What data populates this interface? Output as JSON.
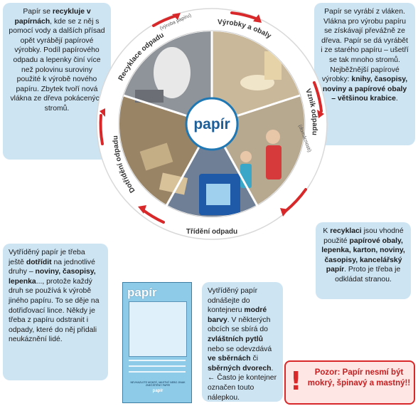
{
  "center_label": "papír",
  "wheel_labels": {
    "top_right": "Výrobky a obaly",
    "right": "Vznik odpadu",
    "right_sub": "(domácnosti)",
    "bottom": "Třídění odpadu",
    "left": "Dotřídění odpadu",
    "top_left": "Recyklace odpadu",
    "top_left_sub": "(výroba papíru)"
  },
  "box_top_left": {
    "p1": "Papír se ",
    "b1": "recykluje v papírnách",
    "p2": ", kde se z něj s pomocí vody a dalších přísad opět vyrábějí papírové výrobky. Podíl papírového odpadu a lepenky činí více než polovinu suroviny použité k výrobě nového papíru. Zbytek tvoří nová vlákna ze dřeva pokácených stromů."
  },
  "box_top_right": {
    "p1": "Papír se vyrábí z vláken. Vlákna pro výrobu papíru se získávají převážně ze dřeva. Papír se dá vyrábět i ze starého papíru – ušetří se tak mnoho stromů. Nejběžnější papírové výrobky: ",
    "b1": "knihy, časopisy, noviny a papírové obaly – většinou krabice",
    "p2": "."
  },
  "box_bottom_left": {
    "p1": "Vytříděný papír je třeba ještě ",
    "b1": "dotřídit",
    "p2": " na jednotlivé druhy – ",
    "b2": "noviny, časopisy, lepenka",
    "p3": "..., protože každý druh se používá k výrobě jiného papíru. To se děje na dotřiďovací lince. Někdy je třeba z papíru odstranit i odpady, které do něj přidali neukáznění lidé."
  },
  "box_right": {
    "p1": "K ",
    "b1": "recyklaci",
    "p2": " jsou vhodné použité ",
    "b2": "papírové obaly, lepenka, karton, noviny, časopisy, kancelářský papír",
    "p3": ". Proto je třeba je odkládat stranou."
  },
  "box_middle": {
    "p1": "Vytříděný papír odnášejte do kontejneru ",
    "b1": "modré barvy",
    "p2": ". V některých obcích se sbírá do ",
    "b2": "zvláštních pytlů",
    "p3": " nebo se odevzdává ",
    "b3": "ve sběrnách",
    "p4": " či ",
    "b4": "sběrných dvorech",
    "p5": ". ← Často je kontejner označen touto nálepkou."
  },
  "sticker": {
    "title": "papír",
    "bottom_text": "NEVHAZUJTE MOKRÝ, MASTNÝ NEBO JINAK ZNEČIŠTĚNÝ PAPÍR",
    "container_title": "papír"
  },
  "warning": {
    "text": "Pozor: Papír nesmí být mokrý, špinavý a mastný!!"
  },
  "colors": {
    "box_bg": "#cde4f3",
    "accent_red": "#d8282a",
    "center_blue": "#1f78b4"
  }
}
